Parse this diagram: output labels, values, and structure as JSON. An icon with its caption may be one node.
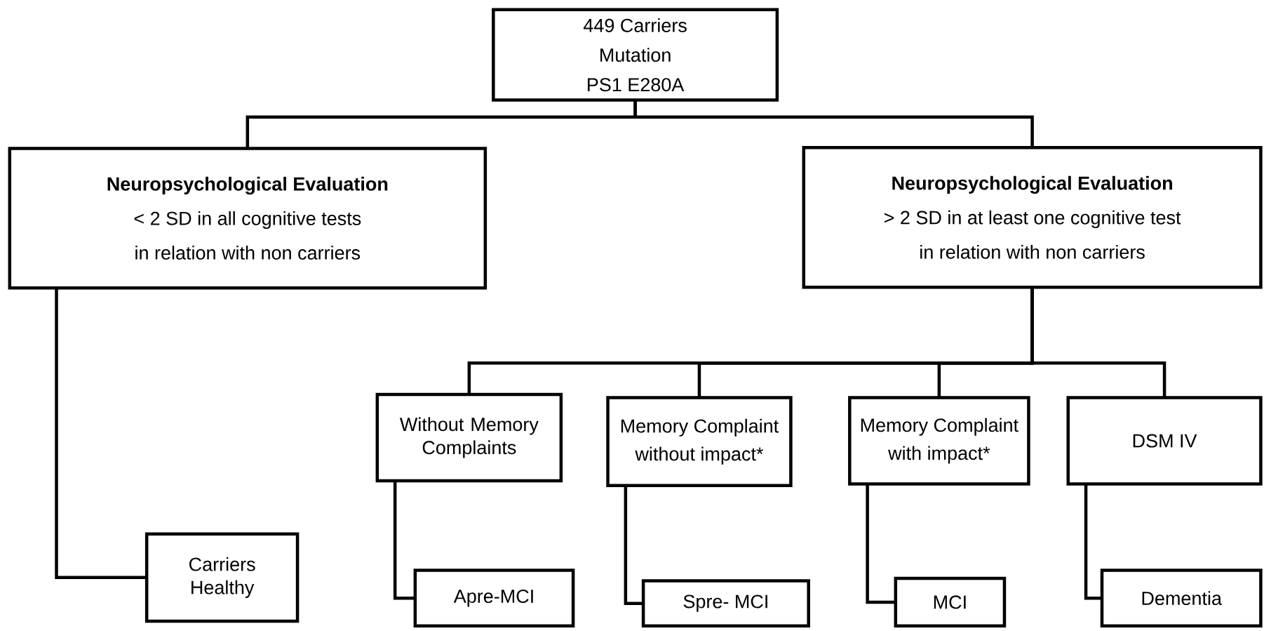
{
  "diagram": {
    "nodes": [
      {
        "text": [
          "449 Carriers",
          "Mutation",
          "PS1 E280A"
        ]
      },
      {
        "text": [
          "Neuropsychological Evaluation",
          "< 2 SD in all cognitive tests",
          "in relation with non carriers"
        ]
      },
      {
        "text": [
          "Neuropsychological Evaluation",
          "> 2 SD in at least one cognitive test",
          "in relation with non carriers"
        ]
      },
      {
        "text": [
          "Without Memory Complaints"
        ]
      },
      {
        "text": [
          "Memory Complaint",
          "without impact*"
        ]
      },
      {
        "text": [
          "Memory Complaint",
          "with impact*"
        ]
      },
      {
        "text": [
          "DSM IV"
        ]
      },
      {
        "text": [
          "Carriers Healthy"
        ]
      },
      {
        "text": [
          "Apre-MCI"
        ]
      },
      {
        "text": [
          "Spre- MCI"
        ]
      },
      {
        "text": [
          "MCI"
        ]
      },
      {
        "text": [
          "Dementia"
        ]
      }
    ],
    "edges": [
      {
        "from": 0,
        "to": 1,
        "arrow": "none"
      },
      {
        "from": 0,
        "to": 2,
        "arrow": "none"
      },
      {
        "from": 1,
        "to": 7,
        "arrow": "none"
      },
      {
        "from": 2,
        "to": 3,
        "arrow": "none"
      },
      {
        "from": 2,
        "to": 4,
        "arrow": "none"
      },
      {
        "from": 2,
        "to": 5,
        "arrow": "none"
      },
      {
        "from": 2,
        "to": 6,
        "arrow": "none"
      },
      {
        "from": 3,
        "to": 8,
        "arrow": "none"
      },
      {
        "from": 4,
        "to": 9,
        "arrow": "none"
      },
      {
        "from": 5,
        "to": 10,
        "arrow": "none"
      },
      {
        "from": 6,
        "to": 11,
        "arrow": "none"
      }
    ]
  }
}
